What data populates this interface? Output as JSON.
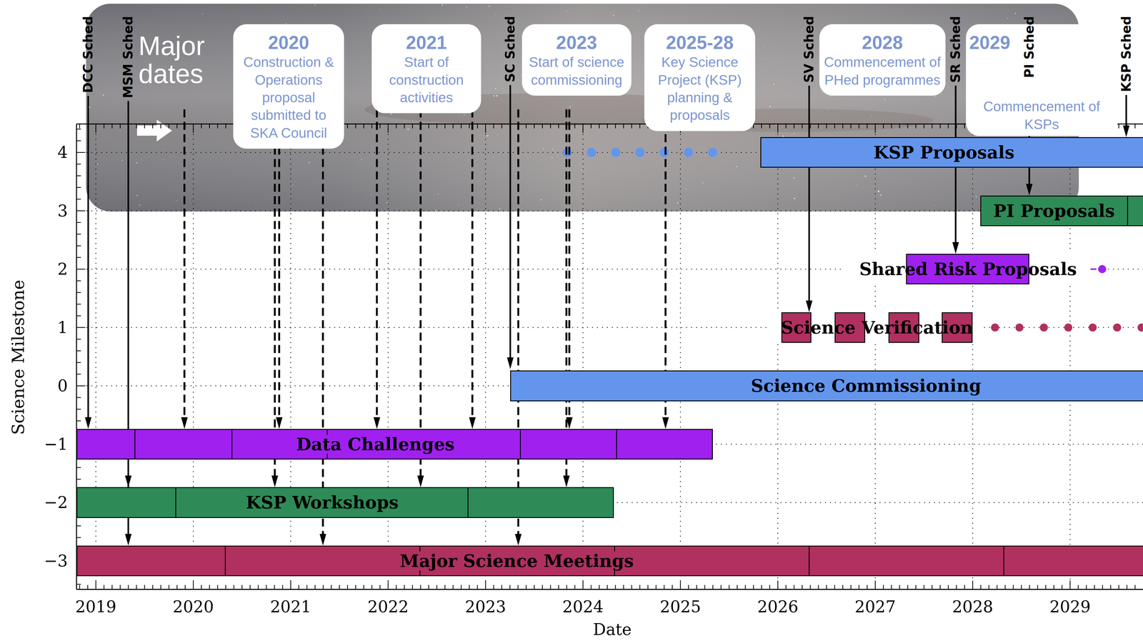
{
  "diagram": {
    "nodes": [
      {
        "text": [
          "2020",
          "Construction & Operations proposal submitted to SKA Council"
        ]
      },
      {
        "text": [
          "2021",
          "Start of construction activities"
        ]
      },
      {
        "text": [
          "2023",
          "Start of science commissioning"
        ]
      },
      {
        "text": [
          "2025-28",
          "Key Science Project (KSP) planning & proposals"
        ]
      },
      {
        "text": [
          "2028",
          "Commencement of PHed programmes"
        ]
      },
      {
        "text": [
          "2029",
          "Commencement of KSPs"
        ]
      },
      {
        "text": [
          "KSP Proposals"
        ]
      },
      {
        "text": [
          "PI Proposals"
        ]
      },
      {
        "text": [
          "Shared Risk Proposals"
        ]
      },
      {
        "text": [
          "Science Verification"
        ]
      },
      {
        "text": [
          "Science Commissioning"
        ]
      },
      {
        "text": [
          "Data Challenges"
        ]
      },
      {
        "text": [
          "KSP Workshops"
        ]
      },
      {
        "text": [
          "Major Science Meetings"
        ]
      }
    ],
    "labels": [
      "Major dates",
      "DCC Sched",
      "MSM Sched",
      "SC Sched",
      "SV Sched",
      "SR Sched",
      "PI Sched",
      "KSP Sched",
      "4",
      "3",
      "2",
      "1",
      "0",
      "−1",
      "−2",
      "−3",
      "Science Milestone",
      "2019",
      "2020",
      "2021",
      "2022",
      "2023",
      "2024",
      "2025",
      "2026",
      "2027",
      "2028",
      "2029",
      "Date"
    ]
  }
}
